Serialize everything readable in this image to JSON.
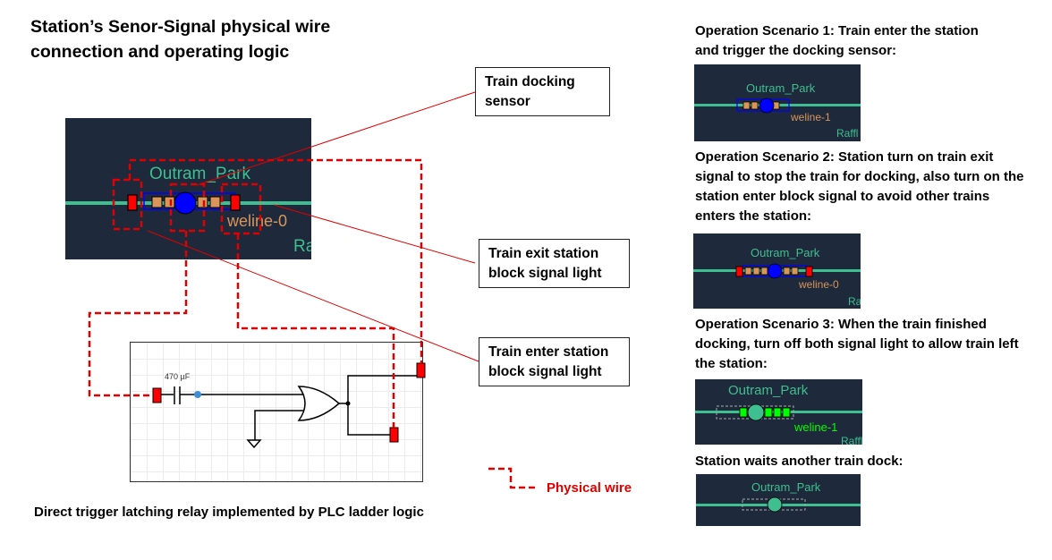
{
  "title": "Station’s Senor-Signal physical wire connection and operating logic",
  "callouts": {
    "docking_sensor": "Train docking sensor",
    "exit_signal": "Train exit station block signal light",
    "enter_signal": "Train enter station block signal light"
  },
  "main_panel": {
    "station": "Outram_Park",
    "line": "weline-0",
    "partial": "Ra"
  },
  "circuit": {
    "capacitor": "470 µF"
  },
  "caption": "Direct trigger latching relay implemented by PLC ladder logic",
  "legend": "Physical wire",
  "scenarios": [
    {
      "text": "Operation Scenario 1: Train enter the station and trigger the docking sensor:",
      "station": "Outram_Park",
      "line": "weline-1",
      "partial": "Raffl"
    },
    {
      "text": "Operation Scenario 2: Station turn on train exit signal to stop the train for docking, also turn on the station enter block signal to avoid other trains enters the station:",
      "station": "Outram_Park",
      "line": "weline-0",
      "partial": "Ra"
    },
    {
      "text": "Operation Scenario 3: When the train finished docking, turn off both signal light to allow train left the station:",
      "station": "Outram_Park",
      "line": "weline-1",
      "partial": "Raffl"
    },
    {
      "text": "Station waits another train dock:",
      "station": "Outram_Park"
    }
  ],
  "colors": {
    "panel_bg": "#1e293b",
    "track": "#3fbf8f",
    "wire": "#e00000",
    "sensor_orange": "#d9955a",
    "train_blue": "#0000ff",
    "active_green": "#00ff00",
    "line_label_orange": "#d9955a"
  }
}
